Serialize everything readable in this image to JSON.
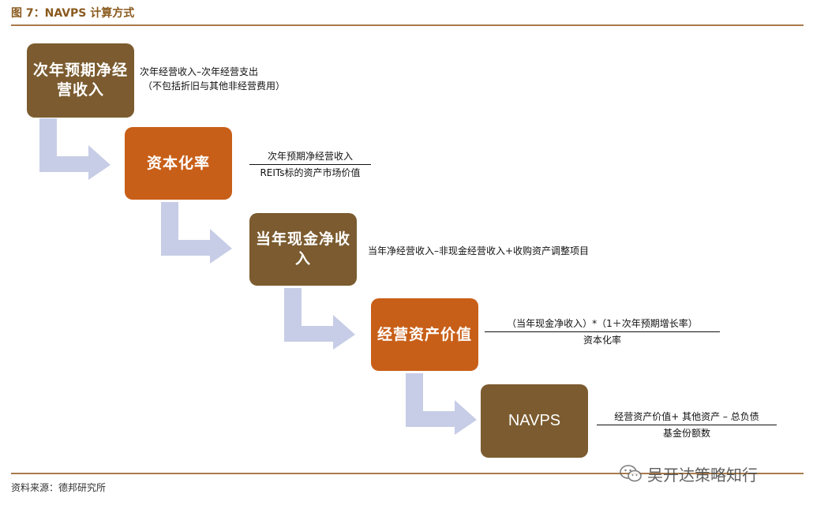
{
  "figure": {
    "title": "图 7：NAVPS 计算方式"
  },
  "steps": [
    {
      "label": "次年预期净经营收入",
      "color": "#7b5b2f",
      "note_line1": "次年经营收入–次年经营支出",
      "note_line2": "（不包括折旧与其他非经营费用）"
    },
    {
      "label": "资本化率",
      "color": "#c85f18",
      "numerator": "次年预期净经营收入",
      "denominator": "REITs标的资产市场价值"
    },
    {
      "label": "当年现金净收入",
      "color": "#7b5b2f",
      "note": "当年净经营收入–非现金经营收入+收购资产调整项目"
    },
    {
      "label": "经营资产价值",
      "color": "#c85f18",
      "numerator": "（当年现金净收入）*（1＋次年预期增长率）",
      "denominator": "资本化率"
    },
    {
      "label": "NAVPS",
      "color": "#7b5b2f",
      "numerator": "经营资产价值+ 其他资产 – 总负债",
      "denominator": "基金份额数"
    }
  ],
  "arrow_color": "#c7cde6",
  "source": "资料来源：德邦研究所",
  "watermark": {
    "icon": "wechat-icon",
    "text": "吴开达策略知行"
  }
}
